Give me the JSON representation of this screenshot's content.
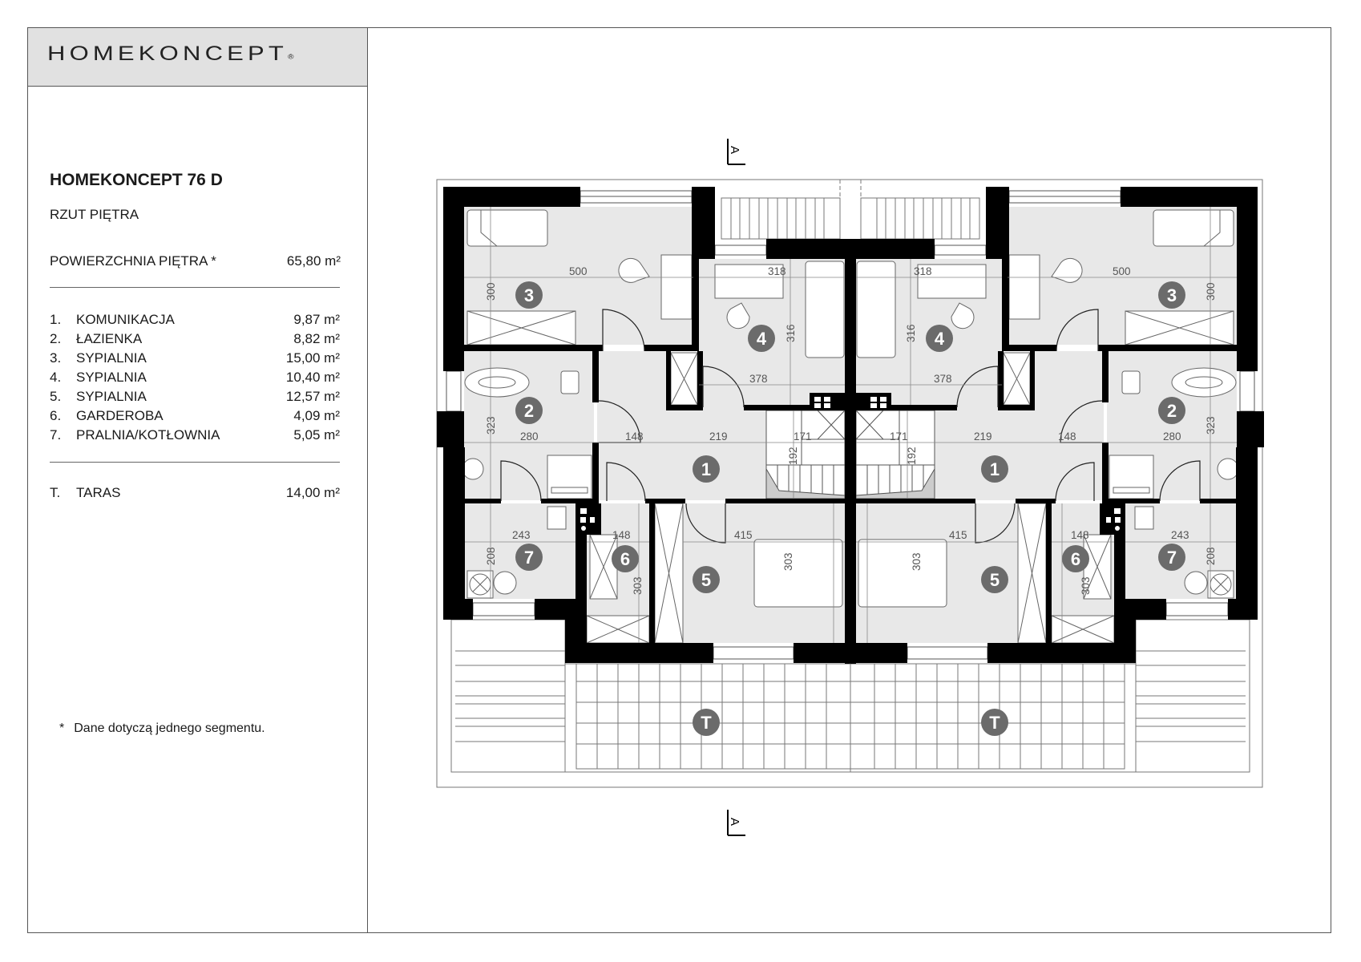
{
  "brand": {
    "logo_text": "HOMEKONCEPT",
    "registered_mark": "®"
  },
  "project": {
    "title": "HOMEKONCEPT 76 D",
    "subtitle": "RZUT PIĘTRA",
    "floor_area_label": "POWIERZCHNIA PIĘTRA *",
    "floor_area_value": "65,80 m²"
  },
  "rooms": [
    {
      "num": "1.",
      "name": "KOMUNIKACJA",
      "area": "9,87 m²"
    },
    {
      "num": "2.",
      "name": "ŁAZIENKA",
      "area": "8,82 m²"
    },
    {
      "num": "3.",
      "name": "SYPIALNIA",
      "area": "15,00 m²"
    },
    {
      "num": "4.",
      "name": "SYPIALNIA",
      "area": "10,40 m²"
    },
    {
      "num": "5.",
      "name": "SYPIALNIA",
      "area": "12,57 m²"
    },
    {
      "num": "6.",
      "name": "GARDEROBA",
      "area": "4,09 m²"
    },
    {
      "num": "7.",
      "name": "PRALNIA/KOTŁOWNIA",
      "area": "5,05 m²"
    }
  ],
  "terrace": {
    "num": "T.",
    "name": "TARAS",
    "area": "14,00 m²"
  },
  "footnote": {
    "mark": "*",
    "text": "Dane dotyczą jednego segmentu."
  },
  "plan": {
    "section_label": "A",
    "markers": {
      "r1": "1",
      "r2": "2",
      "r3": "3",
      "r4": "4",
      "r5": "5",
      "r6": "6",
      "r7": "7",
      "t": "T"
    },
    "dims": {
      "room3_w": "500",
      "room3_h": "300",
      "room4_w1": "318",
      "room4_h": "316",
      "room4_w2": "378",
      "room2_h": "323",
      "room2_w": "280",
      "hall_a": "148",
      "hall_b": "219",
      "stair_w": "171",
      "stair_h": "192",
      "room7_w": "243",
      "room7_h": "208",
      "room6_w": "148",
      "room6_h": "303",
      "room5_w": "415",
      "room5_h": "303"
    }
  },
  "colors": {
    "wall": "#000000",
    "floor": "#e8e8e8",
    "marker": "#6b6b6b",
    "header_bg": "#e1e1e1"
  }
}
